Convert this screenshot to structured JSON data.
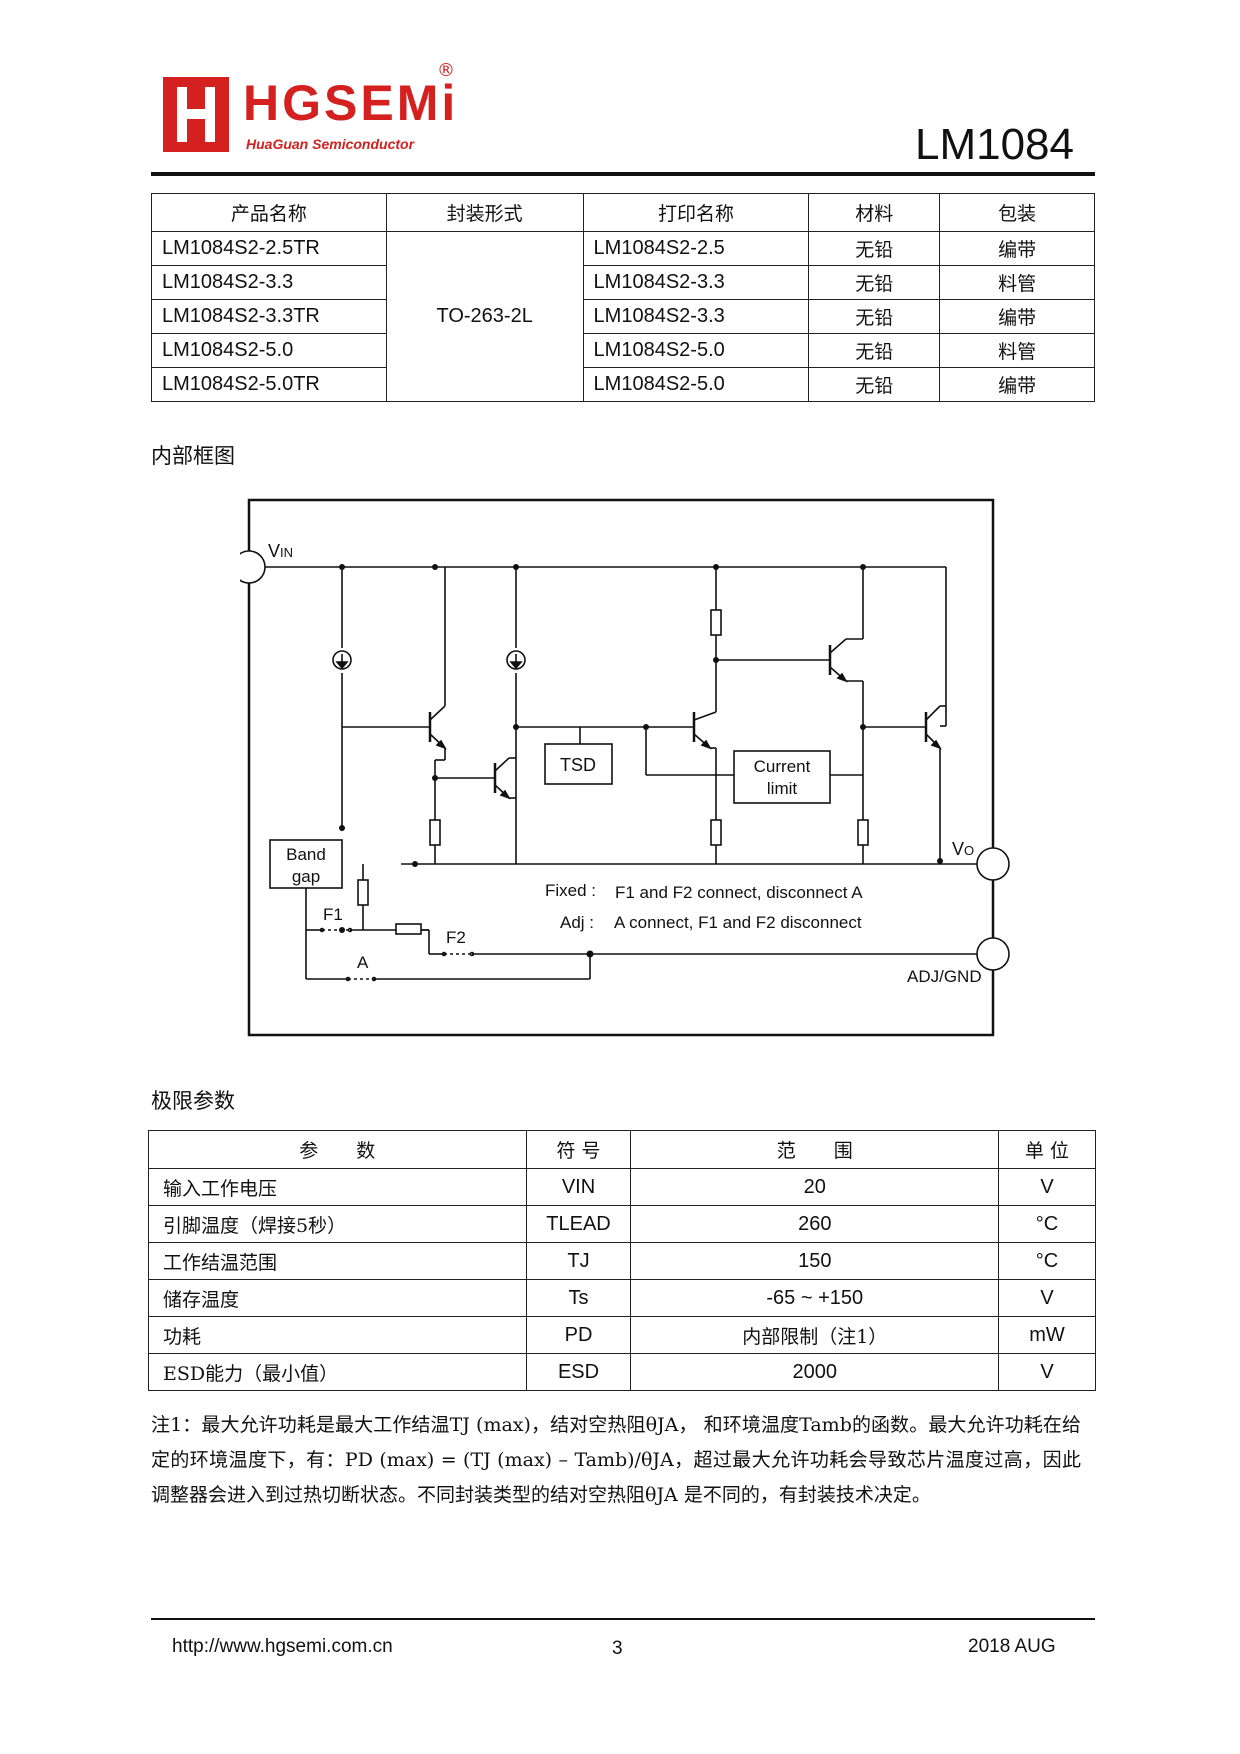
{
  "header": {
    "logo_text": "HGSEMi",
    "logo_registered": "®",
    "logo_subtitle": "HuaGuan Semiconductor",
    "part_number": "LM1084",
    "brand_color": "#d4201f"
  },
  "order_table": {
    "headers": [
      "产品名称",
      "封装形式",
      "打印名称",
      "材料",
      "包装"
    ],
    "package": "TO-263-2L",
    "rows": [
      {
        "product": "LM1084S2-2.5TR",
        "marking": "LM1084S2-2.5",
        "material": "无铅",
        "packing": "编带"
      },
      {
        "product": "LM1084S2-3.3",
        "marking": "LM1084S2-3.3",
        "material": "无铅",
        "packing": "料管"
      },
      {
        "product": "LM1084S2-3.3TR",
        "marking": "LM1084S2-3.3",
        "material": "无铅",
        "packing": "编带"
      },
      {
        "product": "LM1084S2-5.0",
        "marking": "LM1084S2-5.0",
        "material": "无铅",
        "packing": "料管"
      },
      {
        "product": "LM1084S2-5.0TR",
        "marking": "LM1084S2-5.0",
        "material": "无铅",
        "packing": "编带"
      }
    ]
  },
  "block_diagram": {
    "title": "内部框图",
    "vin_main": "V",
    "vin_sub": "IN",
    "vo_main": "V",
    "vo_sub": "O",
    "adj_gnd": "ADJ/GND",
    "tsd": "TSD",
    "current_limit_1": "Current",
    "current_limit_2": "limit",
    "bandgap_1": "Band",
    "bandgap_2": "gap",
    "f1": "F1",
    "f2": "F2",
    "a": "A",
    "fixed_label": "Fixed :",
    "fixed_text": "F1 and F2 connect, disconnect A",
    "adj_label": "Adj :",
    "adj_text": "A connect, F1 and F2 disconnect"
  },
  "limits": {
    "title": "极限参数",
    "headers": [
      "参　　数",
      "符 号",
      "范　　围",
      "单 位"
    ],
    "rows": [
      {
        "param": "输入工作电压",
        "symbol": "VIN",
        "range": "20",
        "unit": "V"
      },
      {
        "param": "引脚温度（焊接5秒）",
        "symbol": "TLEAD",
        "range": "260",
        "unit": "°C"
      },
      {
        "param": "工作结温范围",
        "symbol": "TJ",
        "range": "150",
        "unit": "°C"
      },
      {
        "param": "储存温度",
        "symbol": "Ts",
        "range": "-65 ~ +150",
        "unit": "V"
      },
      {
        "param": "功耗",
        "symbol": "PD",
        "range": "内部限制（注1）",
        "unit": "mW"
      },
      {
        "param": "ESD能力（最小值）",
        "symbol": "ESD",
        "range": "2000",
        "unit": "V"
      }
    ]
  },
  "note": "注1：最大允许功耗是最大工作结温TJ (max)，结对空热阻θJA，  和环境温度Tamb的函数。最大允许功耗在给定的环境温度下，有：PD (max) = (TJ (max) – Tamb)/θJA，超过最大允许功耗会导致芯片温度过高，因此调整器会进入到过热切断状态。不同封装类型的结对空热阻θJA 是不同的，有封装技术决定。",
  "footer": {
    "url": "http://www.hgsemi.com.cn",
    "page": "3",
    "date": "2018 AUG"
  }
}
